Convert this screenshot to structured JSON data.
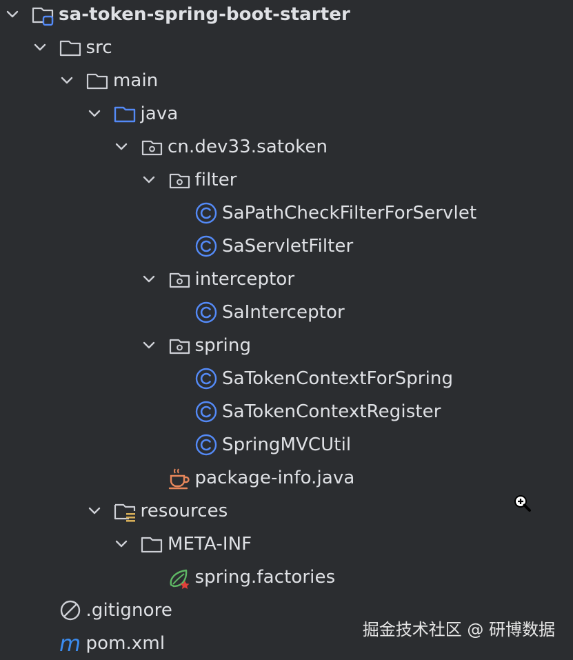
{
  "tree": {
    "items": [
      {
        "label": "sa-token-spring-boot-starter",
        "level": 0,
        "expanded": true,
        "icon": "module-folder-icon",
        "bold": true
      },
      {
        "label": "src",
        "level": 1,
        "expanded": true,
        "icon": "folder-icon"
      },
      {
        "label": "main",
        "level": 2,
        "expanded": true,
        "icon": "folder-icon"
      },
      {
        "label": "java",
        "level": 3,
        "expanded": true,
        "icon": "source-folder-icon"
      },
      {
        "label": "cn.dev33.satoken",
        "level": 4,
        "expanded": true,
        "icon": "package-icon"
      },
      {
        "label": "filter",
        "level": 5,
        "expanded": true,
        "icon": "package-icon"
      },
      {
        "label": "SaPathCheckFilterForServlet",
        "level": 6,
        "expanded": null,
        "icon": "class-icon"
      },
      {
        "label": "SaServletFilter",
        "level": 6,
        "expanded": null,
        "icon": "class-icon"
      },
      {
        "label": "interceptor",
        "level": 5,
        "expanded": true,
        "icon": "package-icon"
      },
      {
        "label": "SaInterceptor",
        "level": 6,
        "expanded": null,
        "icon": "class-icon"
      },
      {
        "label": "spring",
        "level": 5,
        "expanded": true,
        "icon": "package-icon"
      },
      {
        "label": "SaTokenContextForSpring",
        "level": 6,
        "expanded": null,
        "icon": "class-icon"
      },
      {
        "label": "SaTokenContextRegister",
        "level": 6,
        "expanded": null,
        "icon": "class-icon"
      },
      {
        "label": "SpringMVCUtil",
        "level": 6,
        "expanded": null,
        "icon": "class-icon"
      },
      {
        "label": "package-info.java",
        "level": 5,
        "expanded": null,
        "icon": "java-file-icon"
      },
      {
        "label": "resources",
        "level": 3,
        "expanded": true,
        "icon": "resources-folder-icon"
      },
      {
        "label": "META-INF",
        "level": 4,
        "expanded": true,
        "icon": "folder-icon"
      },
      {
        "label": "spring.factories",
        "level": 5,
        "expanded": null,
        "icon": "spring-file-icon"
      },
      {
        "label": ".gitignore",
        "level": 1,
        "expanded": null,
        "icon": "gitignore-icon"
      },
      {
        "label": "pom.xml",
        "level": 1,
        "expanded": null,
        "icon": "maven-icon"
      }
    ]
  },
  "watermark": "掘金技术社区 @ 研博数据",
  "colors": {
    "background": "#2b2d30",
    "text": "#dfe1e5",
    "icon_gray": "#ced0d6",
    "source_blue": "#548af7",
    "class_blue": "#548af7",
    "java_orange": "#e8875b",
    "spring_green": "#5fb865",
    "resources_yellow": "#d6ae58",
    "maven_blue": "#3b8cf0"
  }
}
